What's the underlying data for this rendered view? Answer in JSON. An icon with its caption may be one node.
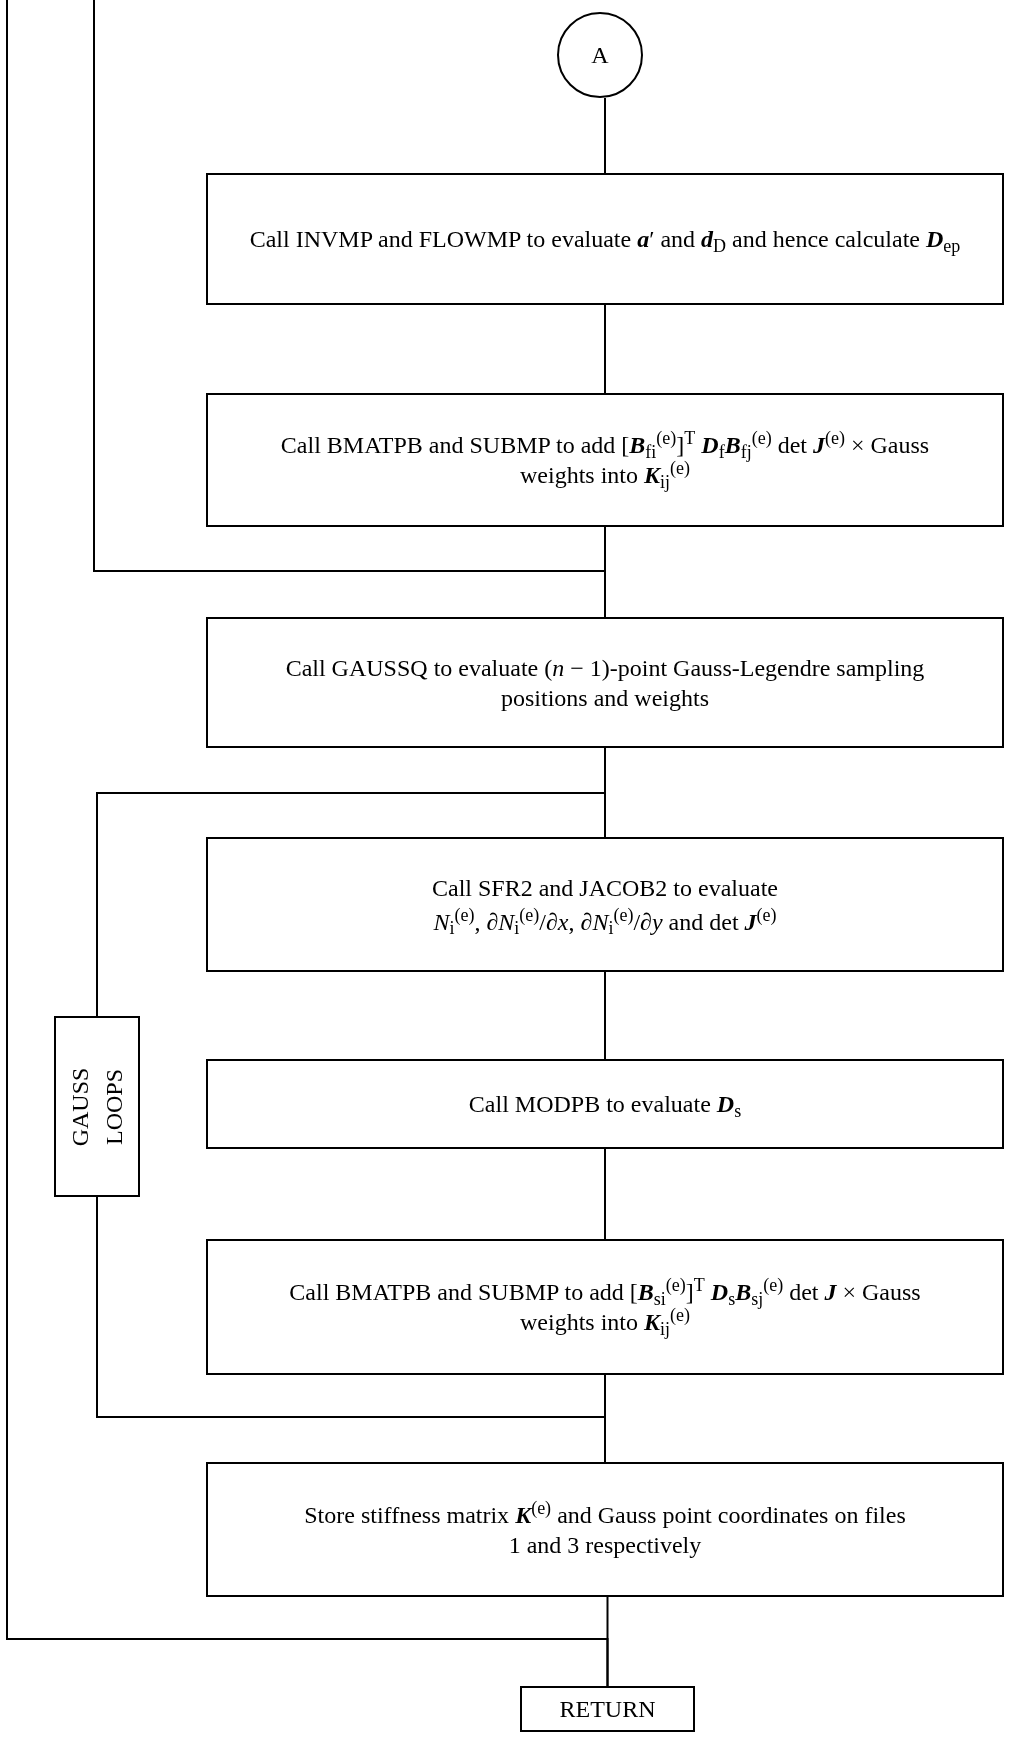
{
  "diagram": {
    "nodes": [
      {
        "text": [
          "A"
        ]
      },
      {
        "text": [
          "Call INVMP and FLOWMP to evaluate **a**′ and **d**$_{D}$ and hence calculate **D**$_{ep}$"
        ]
      },
      {
        "text": [
          "Call BMATPB and SUBMP to add [**B**$_{fi}$$^{(e)}$]$^{T}$ **D**$_{f}$**B**$_{fj}$$^{(e)}$ det **J**$^{(e)}$ × Gauss weights into **K**$_{ij}$$^{(e)}$"
        ]
      },
      {
        "text": [
          "Call GAUSSQ to evaluate (*n* − 1)-point Gauss-Legendre sampling positions and weights"
        ]
      },
      {
        "text": [
          "Call SFR2 and JACOB2 to evaluate",
          "*N*$_{i}$$^{(e)}$, ∂*N*$_{i}$$^{(e)}$/∂*x*, ∂*N*$_{i}$$^{(e)}$/∂*y* and det **J**$^{(e)}$"
        ]
      },
      {
        "text": [
          "Call MODPB to evaluate **D**$_{s}$"
        ]
      },
      {
        "text": [
          "Call BMATPB and SUBMP to add [**B**$_{si}$$^{(e)}$]$^{T}$ **D**$_{s}$**B**$_{sj}$$^{(e)}$ det **J** × Gauss weights into **K**$_{ij}$$^{(e)}$"
        ]
      },
      {
        "text": [
          "Store stiffness matrix **K**$^{(e)}$ and Gauss point coordinates on files 1 and 3 respectively"
        ]
      },
      {
        "text": [
          "RETURN"
        ]
      },
      {
        "text": [
          "GAUSS LOOPS"
        ]
      }
    ],
    "edges": [
      {
        "from": 0,
        "to": 1,
        "arrow": "none"
      },
      {
        "from": 1,
        "to": 2,
        "arrow": "none"
      },
      {
        "from": 2,
        "to": 3,
        "arrow": "none"
      },
      {
        "from": 3,
        "to": 4,
        "arrow": "none"
      },
      {
        "from": 4,
        "to": 5,
        "arrow": "none"
      },
      {
        "from": 5,
        "to": 6,
        "arrow": "none"
      },
      {
        "from": 6,
        "to": 7,
        "arrow": "none"
      },
      {
        "from": 7,
        "to": 8,
        "arrow": "none"
      },
      {
        "from": null,
        "to": 3,
        "arrow": "none"
      },
      {
        "from": null,
        "to": 8,
        "arrow": "none"
      },
      {
        "from": 9,
        "to": 4,
        "arrow": "none"
      },
      {
        "from": 6,
        "to": 9,
        "arrow": "none"
      }
    ]
  }
}
